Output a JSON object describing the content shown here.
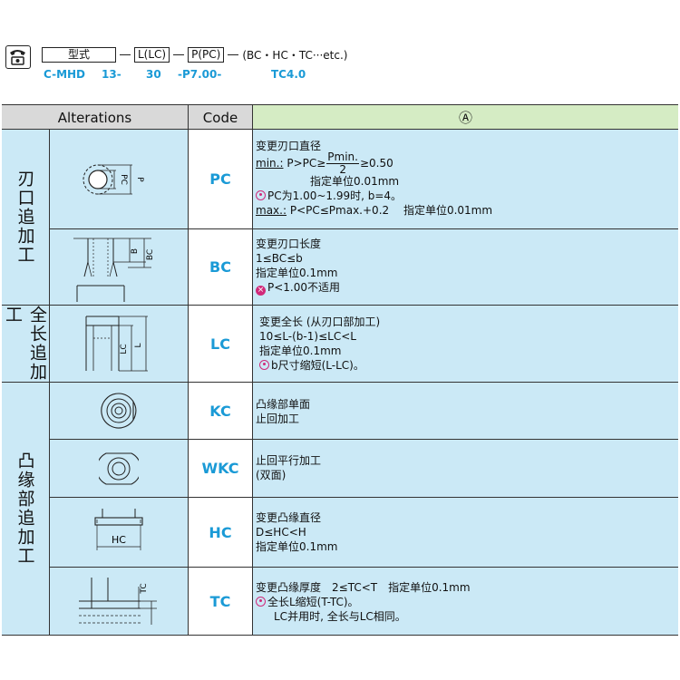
{
  "order": {
    "box_type": "型式",
    "box_l": "L(LC)",
    "box_p": "P(PC)",
    "options_tail": "(BC・HC・TC···etc.)",
    "example": [
      "C-MHD",
      "13-",
      "30",
      "-P7.00-",
      "TC4.0"
    ]
  },
  "table": {
    "headers": {
      "alterations": "Alterations",
      "code": "Code",
      "spec": "Ⓐ"
    },
    "categories": [
      "刃口追加工",
      "全长追加工",
      "凸缘部追加工"
    ],
    "rows": [
      {
        "code": "PC",
        "fig_labels": [
          "PC",
          "P"
        ],
        "desc": {
          "l1": "变更刃口直径",
          "min_lbl": "min.:",
          "min_expr": "P>PC≥",
          "frac_num": "Pmin.",
          "frac_den": "2",
          "min_tail": "≥0.50",
          "unit": "指定单位0.01mm",
          "note": "PC为1.00~1.99时, b=4。",
          "max_lbl": "max.:",
          "max_expr": "P<PC≤Pmax.+0.2　 指定单位0.01mm"
        }
      },
      {
        "code": "BC",
        "fig_labels": [
          "B",
          "BC"
        ],
        "desc": {
          "l1": "变更刃口长度",
          "l2": "1≤BC≤b",
          "l3": "指定单位0.1mm",
          "note": "P<1.00不适用"
        }
      },
      {
        "code": "LC",
        "fig_labels": [
          "LC",
          "L"
        ],
        "desc": {
          "l1": "变更全长 (从刃口部加工)",
          "l2": "10≤L-(b-1)≤LC<L",
          "l3": "指定单位0.1mm",
          "note": "b尺寸缩短(L-LC)。"
        }
      },
      {
        "code": "KC",
        "desc": {
          "l1": "凸缘部单面",
          "l2": "止回加工"
        }
      },
      {
        "code": "WKC",
        "desc": {
          "l1": "止回平行加工",
          "l2": "(双面)"
        }
      },
      {
        "code": "HC",
        "fig_labels": [
          "HC"
        ],
        "desc": {
          "l1": "变更凸缘直径",
          "l2": "D≤HC<H",
          "l3": "指定单位0.1mm"
        }
      },
      {
        "code": "TC",
        "fig_labels": [
          "TC"
        ],
        "desc": {
          "l1": "变更凸缘厚度　2≤TC<T　指定单位0.1mm",
          "note": "全长L缩短(T-TC)。",
          "l3": "LC并用时, 全长与LC相同。"
        }
      }
    ]
  },
  "colors": {
    "accent": "#1a9ad6",
    "panel": "#cbe9f6",
    "header": "#d9d9d9",
    "header_green": "#d5ecc4",
    "note": "#d12a7a"
  }
}
